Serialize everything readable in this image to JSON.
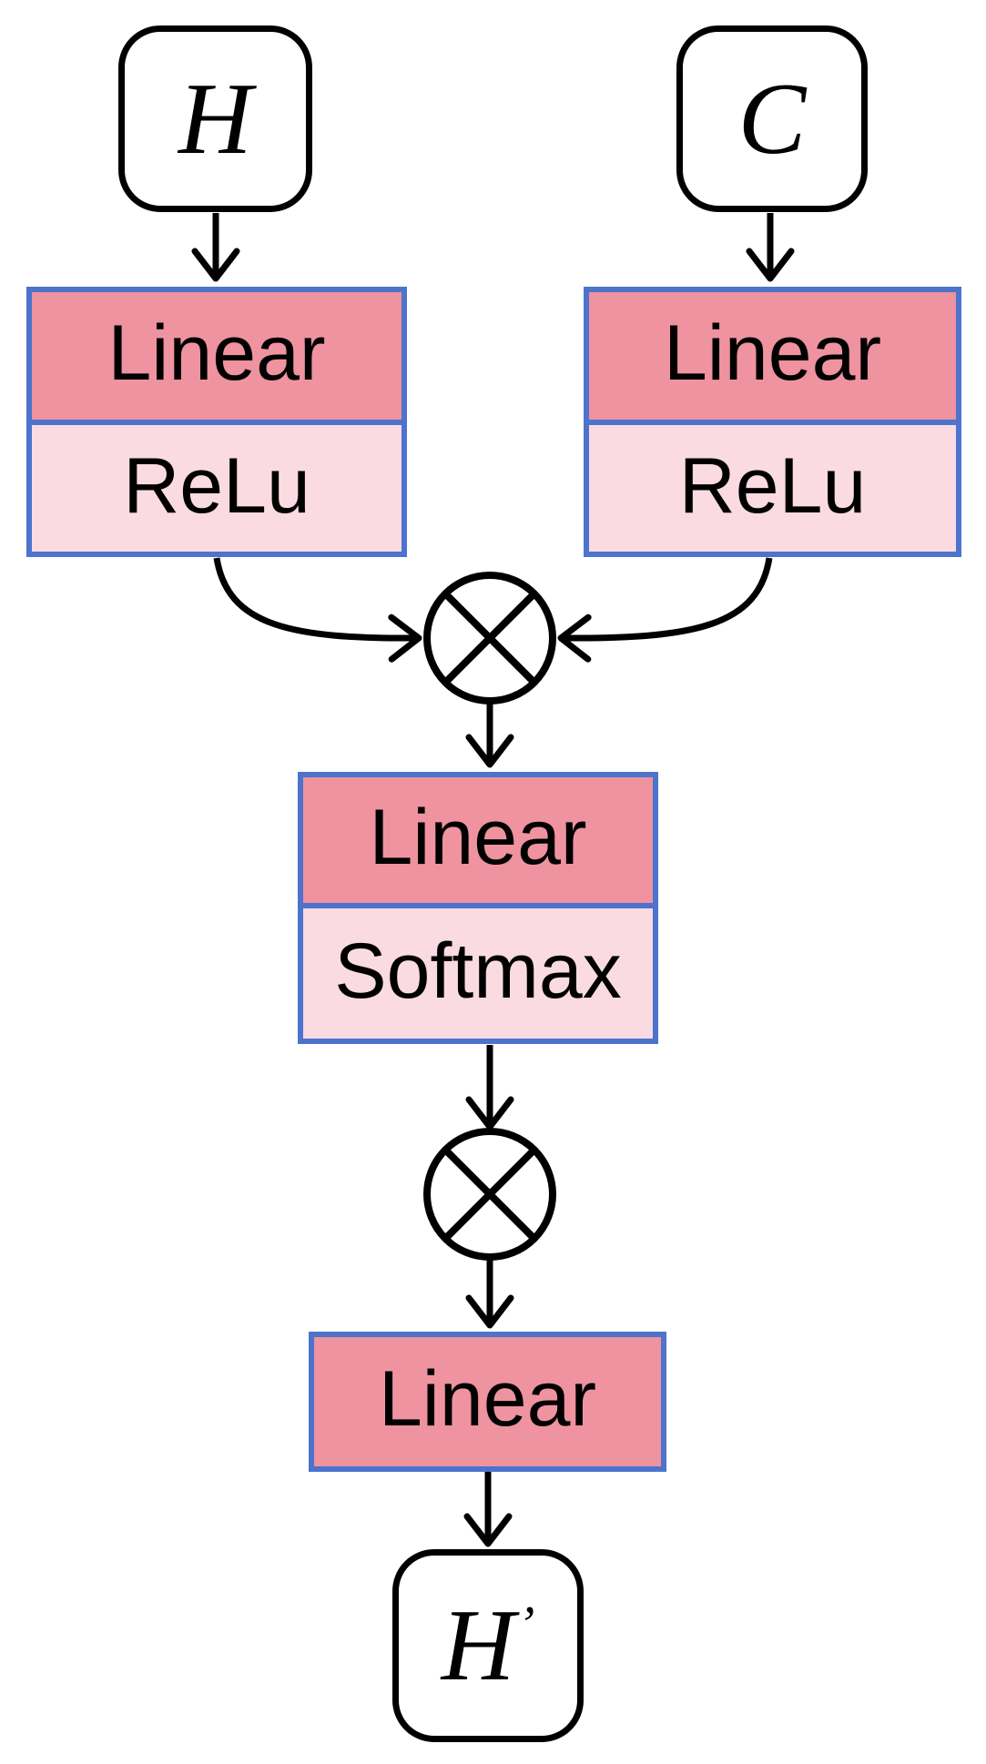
{
  "diagram": {
    "description": "Attention fusion network flow diagram",
    "colors": {
      "block_fill_dark": "#ee939f",
      "block_fill_light": "#fadbe2",
      "block_border": "#4d73cc",
      "node_border": "#000000",
      "line_color": "#000000",
      "background": "#ffffff"
    },
    "nodes": {
      "input_h": {
        "label": "H"
      },
      "input_c": {
        "label": "C"
      },
      "left_linear": {
        "label": "Linear"
      },
      "left_relu": {
        "label": "ReLu"
      },
      "right_linear": {
        "label": "Linear"
      },
      "right_relu": {
        "label": "ReLu"
      },
      "mid_linear": {
        "label": "Linear"
      },
      "softmax": {
        "label": "Softmax"
      },
      "bottom_linear": {
        "label": "Linear"
      },
      "output_h": {
        "label": "H",
        "prime": "’"
      }
    },
    "icons": {
      "multiply_operator": "⊗"
    }
  }
}
